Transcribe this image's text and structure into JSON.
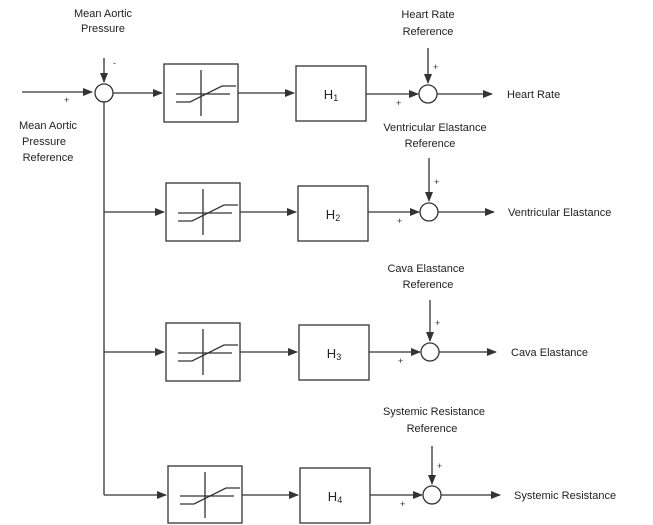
{
  "inputs": {
    "map": {
      "line1": "Mean Aortic",
      "line2": "Pressure",
      "sign": "-"
    },
    "map_ref": {
      "line1": "Mean Aortic",
      "line2": "Pressure",
      "line3": "Reference",
      "sign": "+"
    }
  },
  "channels": [
    {
      "block": "H",
      "sub": "1",
      "ref_line1": "Heart Rate",
      "ref_line2": "Reference",
      "output": "Heart Rate",
      "sign_top": "+",
      "sign_left": "+"
    },
    {
      "block": "H",
      "sub": "2",
      "ref_line1": "Ventricular Elastance",
      "ref_line2": "Reference",
      "output": "Ventricular Elastance",
      "sign_top": "+",
      "sign_left": "+"
    },
    {
      "block": "H",
      "sub": "3",
      "ref_line1": "Cava Elastance",
      "ref_line2": "Reference",
      "output": "Cava Elastance",
      "sign_top": "+",
      "sign_left": "+"
    },
    {
      "block": "H",
      "sub": "4",
      "ref_line1": "Systemic Resistance",
      "ref_line2": "Reference",
      "output": "Systemic Resistance",
      "sign_top": "+",
      "sign_left": "+"
    }
  ]
}
